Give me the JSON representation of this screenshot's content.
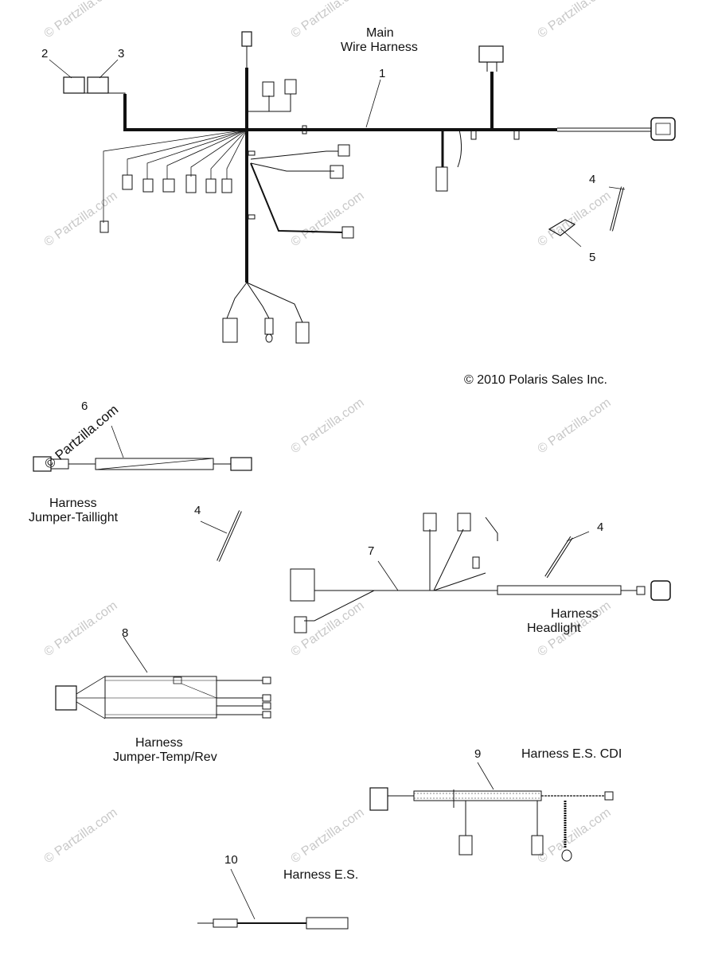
{
  "callouts": {
    "c1": "1",
    "c2": "2",
    "c3": "3",
    "c4a": "4",
    "c5": "5",
    "c6": "6",
    "c4b": "4",
    "c7": "7",
    "c4c": "4",
    "c8": "8",
    "c9": "9",
    "c10": "10"
  },
  "captions": {
    "main_line1": "Main",
    "main_line2": "Wire Harness",
    "taillight_line1": "Harness",
    "taillight_line2": "Jumper-Taillight",
    "headlight_line1": "Harness",
    "headlight_line2": "Headlight",
    "temprev_line1": "Harness",
    "temprev_line2": "Jumper-Temp/Rev",
    "es_cdi": "Harness E.S. CDI",
    "es": "Harness E.S."
  },
  "copyright": "© 2010 Polaris Sales Inc.",
  "watermark": "© Partzilla.com",
  "colors": {
    "line": "#111111",
    "watermark": "#c8c8c8"
  }
}
